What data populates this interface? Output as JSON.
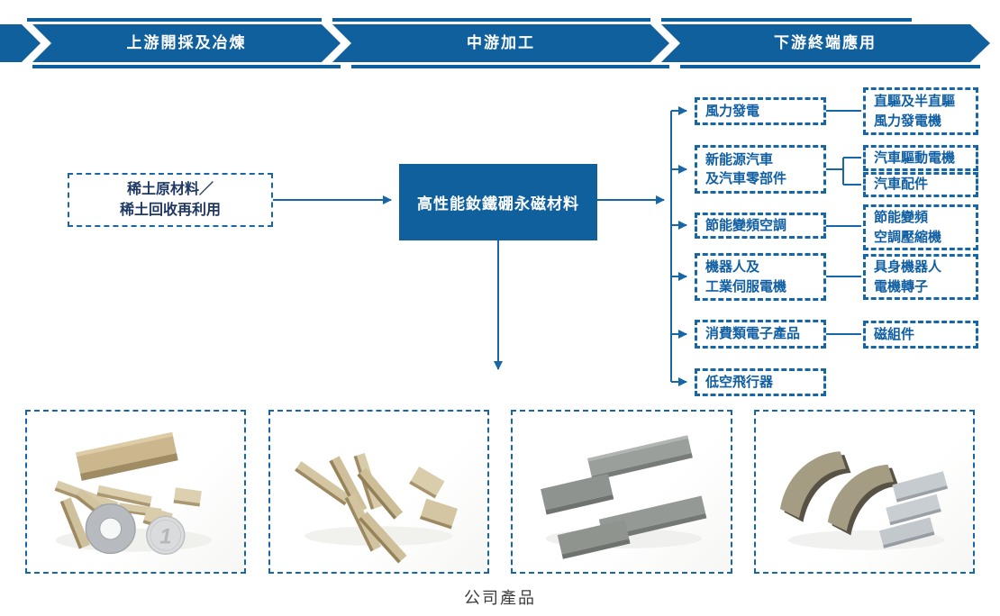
{
  "banner": {
    "segments": [
      {
        "label": "上游開採及冶煉"
      },
      {
        "label": "中游加工"
      },
      {
        "label": "下游終端應用"
      }
    ]
  },
  "flow": {
    "source": {
      "lines": [
        "稀土原材料／",
        "稀土回收再利用"
      ]
    },
    "core": {
      "label": "高性能釹鐵硼永磁材料"
    },
    "categories": [
      {
        "lines": [
          "風力發電"
        ]
      },
      {
        "lines": [
          "新能源汽車",
          "及汽車零部件"
        ]
      },
      {
        "lines": [
          "節能變頻空調"
        ]
      },
      {
        "lines": [
          "機器人及",
          "工業伺服電機"
        ]
      },
      {
        "lines": [
          "消費類電子產品"
        ]
      },
      {
        "lines": [
          "低空飛行器"
        ]
      }
    ],
    "end_products": [
      {
        "lines": [
          "直驅及半直驅",
          "風力發電機"
        ]
      },
      {
        "lines": [
          "汽車驅動電機"
        ]
      },
      {
        "lines": [
          "汽車配件"
        ]
      },
      {
        "lines": [
          "節能變頻",
          "空調壓縮機"
        ]
      },
      {
        "lines": [
          "具身機器人",
          "電機轉子"
        ]
      },
      {
        "lines": [
          "磁組件"
        ]
      }
    ]
  },
  "products_gallery": {
    "caption": "公司產品",
    "coin_mark": "1",
    "photos": [
      {
        "name": "gold-bar-magnets-washer-coin"
      },
      {
        "name": "gold-bar-magnets-scattered"
      },
      {
        "name": "gray-plate-magnets"
      },
      {
        "name": "arc-magnets-and-plates"
      }
    ]
  },
  "colors": {
    "primary_blue": "#11609e",
    "line_blue": "#1767a8",
    "category_text": "#115fa3",
    "source_text": "#1f3864",
    "caption_text": "#3c3c3c"
  }
}
